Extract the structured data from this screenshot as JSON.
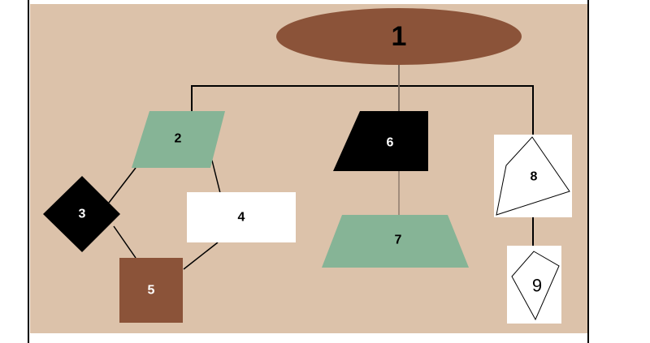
{
  "diagram": {
    "colors": {
      "background": "#dcc2aa",
      "brown": "#8b5339",
      "green": "#86b496",
      "black": "#000000",
      "white": "#ffffff",
      "line": "#000000",
      "gray_line": "#7a6a5e"
    },
    "nodes": {
      "n1": {
        "label": "1",
        "shape": "ellipse",
        "fill": "brown"
      },
      "n2": {
        "label": "2",
        "shape": "parallelogram",
        "fill": "green"
      },
      "n3": {
        "label": "3",
        "shape": "diamond",
        "fill": "black"
      },
      "n4": {
        "label": "4",
        "shape": "rectangle",
        "fill": "white"
      },
      "n5": {
        "label": "5",
        "shape": "square",
        "fill": "brown"
      },
      "n6": {
        "label": "6",
        "shape": "trapezoid",
        "fill": "black"
      },
      "n7": {
        "label": "7",
        "shape": "trapezoid",
        "fill": "green"
      },
      "n8": {
        "label": "8",
        "shape": "quadrilateral-in-box",
        "fill": "white"
      },
      "n9": {
        "label": "9",
        "shape": "kite-in-box",
        "fill": "white"
      }
    },
    "edges": [
      {
        "from": "1",
        "to": "2"
      },
      {
        "from": "1",
        "to": "6"
      },
      {
        "from": "1",
        "to": "8"
      },
      {
        "from": "6",
        "to": "7"
      },
      {
        "from": "2",
        "to": "3"
      },
      {
        "from": "2",
        "to": "4"
      },
      {
        "from": "3",
        "to": "5"
      },
      {
        "from": "4",
        "to": "5"
      },
      {
        "from": "8",
        "to": "9"
      }
    ]
  }
}
